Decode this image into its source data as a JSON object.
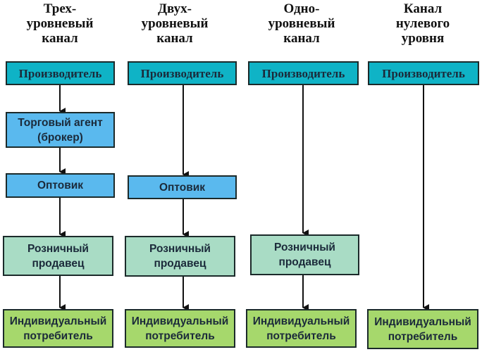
{
  "columns": [
    {
      "title": "Трех-\nуровневый\nканал",
      "producer": "Производитель",
      "agent": "Торговый агент\n(брокер)",
      "wholesaler": "Оптовик",
      "retailer": "Розничный\nпродавец",
      "consumer": "Индивидуальный\nпотребитель"
    },
    {
      "title": "Двух-\nуровневый\nканал",
      "producer": "Производитель",
      "wholesaler": "Оптовик",
      "retailer": "Розничный\nпродавец",
      "consumer": "Индивидуальный\nпотребитель"
    },
    {
      "title": "Одно-\nуровневый\nканал",
      "producer": "Производитель",
      "retailer": "Розничный\nпродавец",
      "consumer": "Индивидуальный\nпотребитель"
    },
    {
      "title": "Канал\nнулевого\nуровня",
      "producer": "Производитель",
      "consumer": "Индивидуальный\nпотребитель"
    }
  ],
  "colors": {
    "producer": "#0fb3c6",
    "broker_wholesaler": "#5ab9ee",
    "retailer": "#a9dcc5",
    "consumer": "#a6d86c"
  }
}
